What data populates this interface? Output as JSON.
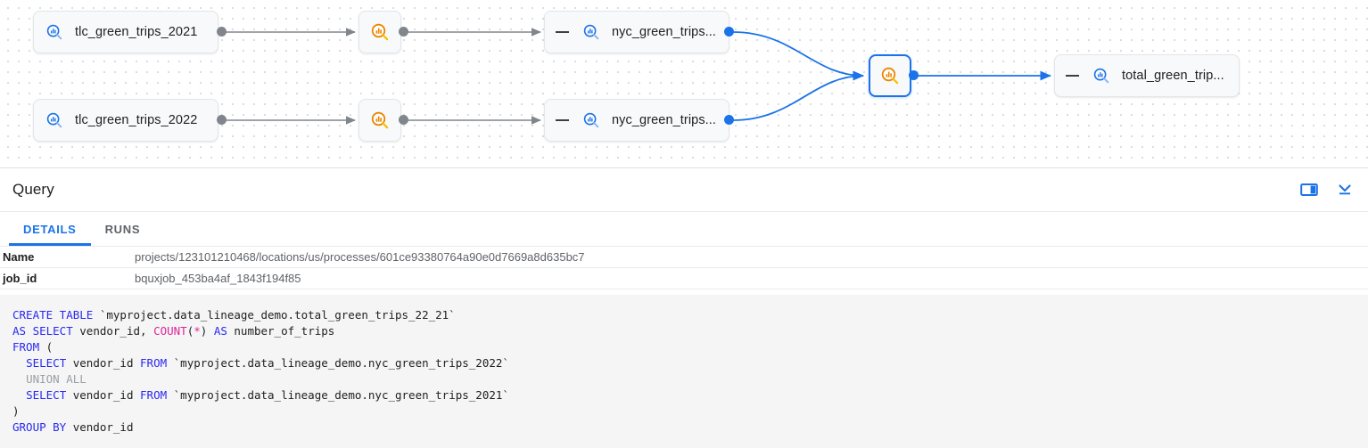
{
  "lineage": {
    "nodes": [
      {
        "id": "tlc2021",
        "label": "tlc_green_trips_2021",
        "icon": "table-search-icon",
        "kind": "table",
        "selected": false,
        "collapsible": false
      },
      {
        "id": "tlc2022",
        "label": "tlc_green_trips_2022",
        "icon": "table-search-icon",
        "kind": "table",
        "selected": false,
        "collapsible": false
      },
      {
        "id": "proc1",
        "label": "",
        "icon": "process-search-icon",
        "kind": "process",
        "selected": false,
        "collapsible": false
      },
      {
        "id": "proc2",
        "label": "",
        "icon": "process-search-icon",
        "kind": "process",
        "selected": false,
        "collapsible": false
      },
      {
        "id": "nyc2021",
        "label": "nyc_green_trips...",
        "icon": "table-search-icon",
        "kind": "table",
        "selected": false,
        "collapsible": true
      },
      {
        "id": "nyc2022",
        "label": "nyc_green_trips...",
        "icon": "table-search-icon",
        "kind": "table",
        "selected": false,
        "collapsible": true
      },
      {
        "id": "proc3",
        "label": "",
        "icon": "process-search-icon",
        "kind": "process",
        "selected": true,
        "collapsible": false
      },
      {
        "id": "total",
        "label": "total_green_trip...",
        "icon": "table-search-icon",
        "kind": "table",
        "selected": false,
        "collapsible": true
      }
    ],
    "colors": {
      "table_icon": "#1a73e8",
      "process_icon": "#ea8600",
      "edge_grey": "#80868b",
      "edge_blue": "#1a73e8",
      "selected_border": "#1a73e8"
    }
  },
  "panel": {
    "title": "Query",
    "actions": [
      {
        "name": "split-panel-icon",
        "label": "Split panel"
      },
      {
        "name": "collapse-down-icon",
        "label": "Collapse"
      }
    ],
    "tabs": [
      {
        "label": "DETAILS",
        "active": true
      },
      {
        "label": "RUNS",
        "active": false
      }
    ],
    "details": [
      {
        "key": "Name",
        "value": "projects/123101210468/locations/us/processes/601ce93380764a90e0d7669a8d635bc7"
      },
      {
        "key": "job_id",
        "value": "bquxjob_453ba4af_1843f194f85"
      }
    ],
    "sql_lines": [
      [
        {
          "t": "CREATE TABLE ",
          "c": "kw"
        },
        {
          "t": "`myproject.data_lineage_demo.total_green_trips_22_21`",
          "c": ""
        }
      ],
      [
        {
          "t": "AS SELECT ",
          "c": "kw"
        },
        {
          "t": "vendor_id, ",
          "c": ""
        },
        {
          "t": "COUNT",
          "c": "fn"
        },
        {
          "t": "(",
          "c": ""
        },
        {
          "t": "*",
          "c": "fn"
        },
        {
          "t": ") ",
          "c": ""
        },
        {
          "t": "AS ",
          "c": "kw"
        },
        {
          "t": "number_of_trips",
          "c": ""
        }
      ],
      [
        {
          "t": "FROM ",
          "c": "kw"
        },
        {
          "t": "(",
          "c": ""
        }
      ],
      [
        {
          "t": "  ",
          "c": ""
        },
        {
          "t": "SELECT ",
          "c": "kw"
        },
        {
          "t": "vendor_id ",
          "c": ""
        },
        {
          "t": "FROM ",
          "c": "kw"
        },
        {
          "t": "`myproject.data_lineage_demo.nyc_green_trips_2022`",
          "c": ""
        }
      ],
      [
        {
          "t": "  ",
          "c": ""
        },
        {
          "t": "UNION ALL",
          "c": "dim"
        }
      ],
      [
        {
          "t": "  ",
          "c": ""
        },
        {
          "t": "SELECT ",
          "c": "kw"
        },
        {
          "t": "vendor_id ",
          "c": ""
        },
        {
          "t": "FROM ",
          "c": "kw"
        },
        {
          "t": "`myproject.data_lineage_demo.nyc_green_trips_2021`",
          "c": ""
        }
      ],
      [
        {
          "t": ")",
          "c": ""
        }
      ],
      [
        {
          "t": "GROUP BY ",
          "c": "kw"
        },
        {
          "t": "vendor_id",
          "c": ""
        }
      ]
    ]
  }
}
